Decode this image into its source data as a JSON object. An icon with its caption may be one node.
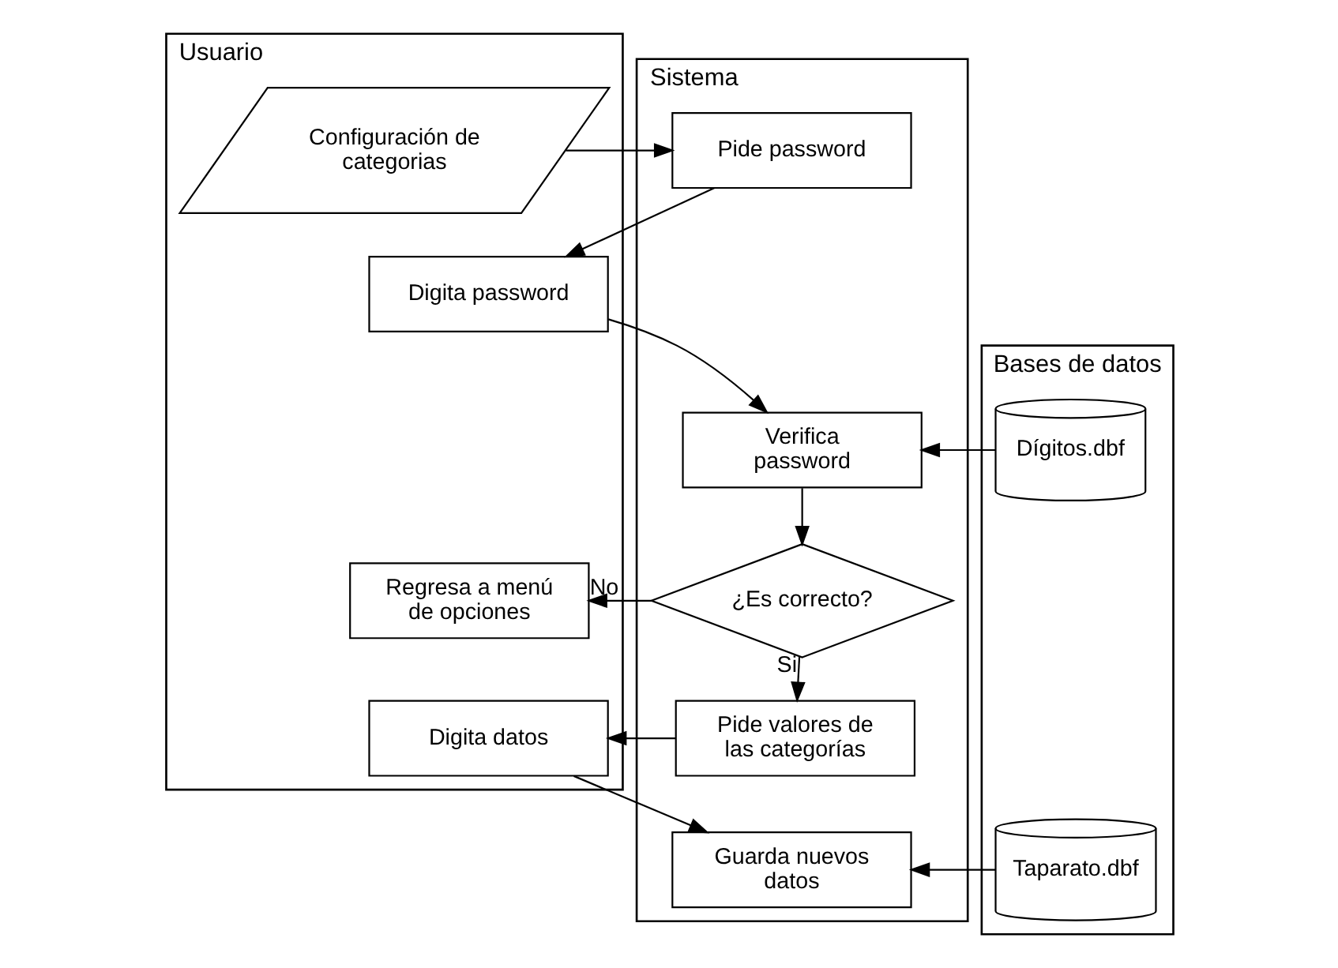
{
  "diagram": {
    "nodes": [
      {
        "text": [
          "Usuario"
        ]
      },
      {
        "text": [
          "Sistema"
        ]
      },
      {
        "text": [
          "Bases de datos"
        ]
      },
      {
        "text": [
          "Configuración de categorias"
        ],
        "in": 0
      },
      {
        "text": [
          "Pide password"
        ],
        "in": 1
      },
      {
        "text": [
          "Digita password"
        ],
        "in": 0
      },
      {
        "text": [
          "Verifica password"
        ],
        "in": 1
      },
      {
        "text": [
          "Dígitos.dbf"
        ],
        "in": 2
      },
      {
        "text": [
          "¿Es correcto?"
        ],
        "in": 1
      },
      {
        "text": [
          "Regresa a menú de opciones"
        ],
        "in": 0
      },
      {
        "text": [
          "Pide valores de las categorías"
        ],
        "in": 1
      },
      {
        "text": [
          "Digita datos"
        ],
        "in": 0
      },
      {
        "text": [
          "Guarda nuevos datos"
        ],
        "in": 1
      },
      {
        "text": [
          "Taparato.dbf"
        ],
        "in": 2
      }
    ],
    "edges": [
      {
        "from": 3,
        "to": 4,
        "arrow": "to"
      },
      {
        "from": 4,
        "to": 5,
        "arrow": "to"
      },
      {
        "from": 5,
        "to": 6,
        "arrow": "to"
      },
      {
        "from": 7,
        "to": 6,
        "arrow": "to"
      },
      {
        "from": 6,
        "to": 8,
        "arrow": "to"
      },
      {
        "from": 8,
        "to": 9,
        "label": "No",
        "arrow": "to"
      },
      {
        "from": 8,
        "to": 10,
        "label": "Si",
        "arrow": "to"
      },
      {
        "from": 10,
        "to": 11,
        "arrow": "to"
      },
      {
        "from": 11,
        "to": 12,
        "arrow": "to"
      },
      {
        "from": 13,
        "to": 12,
        "arrow": "to"
      }
    ]
  }
}
